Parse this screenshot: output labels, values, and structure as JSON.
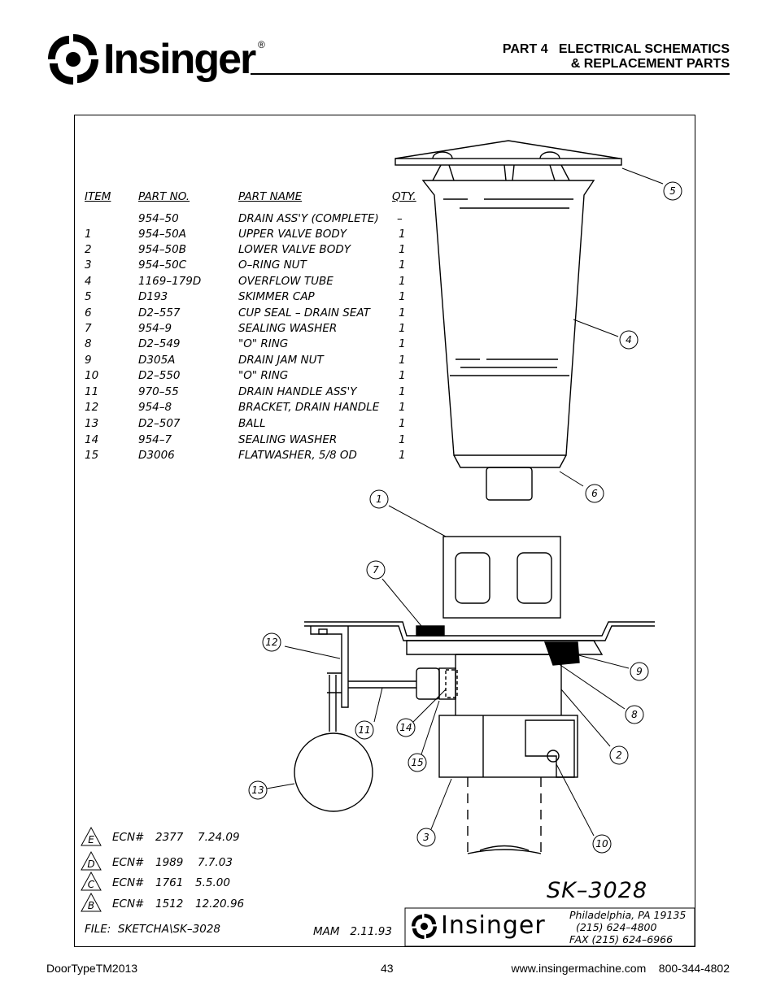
{
  "header": {
    "brand": "Insinger",
    "reg": "®",
    "title_line1": "PART 4   ELECTRICAL SCHEMATICS",
    "title_line2": "& REPLACEMENT PARTS"
  },
  "parts_table": {
    "headers": {
      "item": "ITEM",
      "part_no": "PART NO.",
      "part_name": "PART NAME",
      "qty": "QTY."
    },
    "rows": [
      {
        "item": "",
        "part_no": "954–50",
        "part_name": "DRAIN ASS'Y (COMPLETE)",
        "qty": "–"
      },
      {
        "item": "1",
        "part_no": "954–50A",
        "part_name": "UPPER VALVE BODY",
        "qty": "1"
      },
      {
        "item": "2",
        "part_no": "954–50B",
        "part_name": "LOWER VALVE BODY",
        "qty": "1"
      },
      {
        "item": "3",
        "part_no": "954–50C",
        "part_name": "O–RING NUT",
        "qty": "1"
      },
      {
        "item": "4",
        "part_no": "1169–179D",
        "part_name": "OVERFLOW TUBE",
        "qty": "1"
      },
      {
        "item": "5",
        "part_no": "D193",
        "part_name": "SKIMMER CAP",
        "qty": "1"
      },
      {
        "item": "6",
        "part_no": "D2–557",
        "part_name": "CUP SEAL – DRAIN SEAT",
        "qty": "1"
      },
      {
        "item": "7",
        "part_no": "954–9",
        "part_name": "SEALING WASHER",
        "qty": "1"
      },
      {
        "item": "8",
        "part_no": "D2–549",
        "part_name": "\"O\" RING",
        "qty": "1"
      },
      {
        "item": "9",
        "part_no": "D305A",
        "part_name": "DRAIN JAM NUT",
        "qty": "1"
      },
      {
        "item": "10",
        "part_no": "D2–550",
        "part_name": "\"O\" RING",
        "qty": "1"
      },
      {
        "item": "11",
        "part_no": "970–55",
        "part_name": "DRAIN HANDLE ASS'Y",
        "qty": "1"
      },
      {
        "item": "12",
        "part_no": "954–8",
        "part_name": "BRACKET, DRAIN HANDLE",
        "qty": "1"
      },
      {
        "item": "13",
        "part_no": "D2–507",
        "part_name": "BALL",
        "qty": "1"
      },
      {
        "item": "14",
        "part_no": "954–7",
        "part_name": "SEALING WASHER",
        "qty": "1"
      },
      {
        "item": "15",
        "part_no": "D3006",
        "part_name": "FLATWASHER, 5/8 OD",
        "qty": "1"
      }
    ]
  },
  "callouts": [
    "1",
    "2",
    "3",
    "4",
    "5",
    "6",
    "7",
    "8",
    "9",
    "10",
    "11",
    "12",
    "13",
    "14",
    "15"
  ],
  "revisions": [
    {
      "rev": "E",
      "ecn_label": "ECN#",
      "ecn": "2377",
      "date": "7.24.09"
    },
    {
      "rev": "D",
      "ecn_label": "ECN#",
      "ecn": "1989",
      "date": "7.7.03"
    },
    {
      "rev": "C",
      "ecn_label": "ECN#",
      "ecn": "1761",
      "date": "5.5.00"
    },
    {
      "rev": "B",
      "ecn_label": "ECN#",
      "ecn": "1512",
      "date": "12.20.96"
    }
  ],
  "title_block": {
    "file": "FILE:  SKETCHA\\SK–3028",
    "drawn": "MAM   2.11.93",
    "sk_number": "SK–3028",
    "company": "Insinger",
    "address": "Philadelphia, PA 19135\n  (215) 624–4800\nFAX (215) 624–6966"
  },
  "footer": {
    "doc": "DoorTypeTM2013",
    "page": "43",
    "contact": "www.insingermachine.com    800-344-4802"
  }
}
